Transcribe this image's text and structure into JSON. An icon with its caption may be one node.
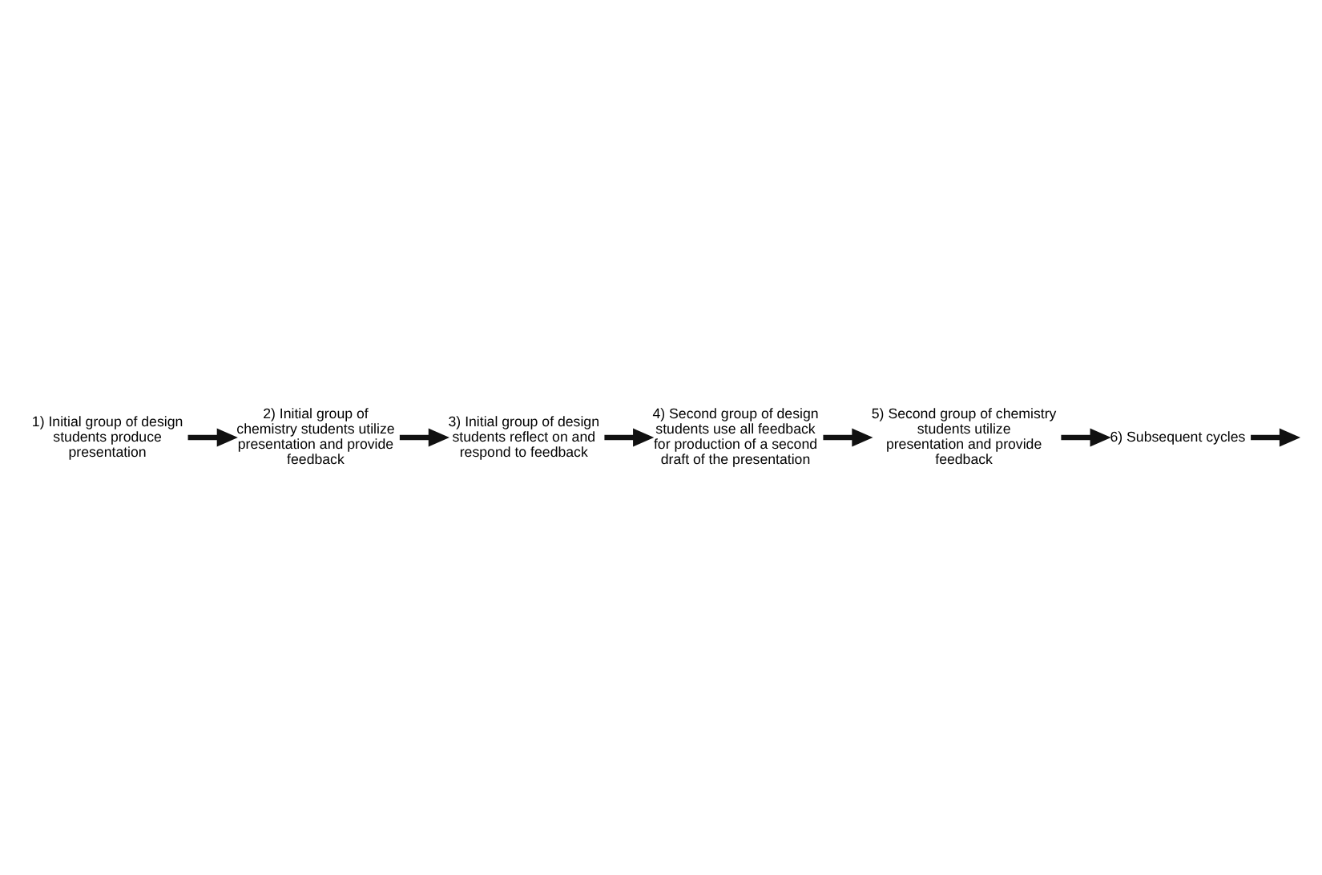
{
  "diagram": {
    "nodes": [
      {
        "text": [
          "1) Initial group of design students produce presentation"
        ]
      },
      {
        "text": [
          "2) Initial group of chemistry students utilize presentation and provide feedback"
        ]
      },
      {
        "text": [
          "3) Initial group of design students reflect on and respond to feedback"
        ]
      },
      {
        "text": [
          "4) Second group of design students use all feedback for production of a second draft of the presentation"
        ]
      },
      {
        "text": [
          "5) Second group of chemistry students utilize presentation and provide feedback"
        ]
      },
      {
        "text": [
          "6) Subsequent cycles"
        ]
      }
    ],
    "edges": [
      {
        "from": 0,
        "to": 1,
        "arrow": "to"
      },
      {
        "from": 1,
        "to": 2,
        "arrow": "to"
      },
      {
        "from": 2,
        "to": 3,
        "arrow": "to"
      },
      {
        "from": 3,
        "to": 4,
        "arrow": "to"
      },
      {
        "from": 4,
        "to": 5,
        "arrow": "to"
      },
      {
        "from": 5,
        "to": null,
        "arrow": "to"
      }
    ]
  }
}
